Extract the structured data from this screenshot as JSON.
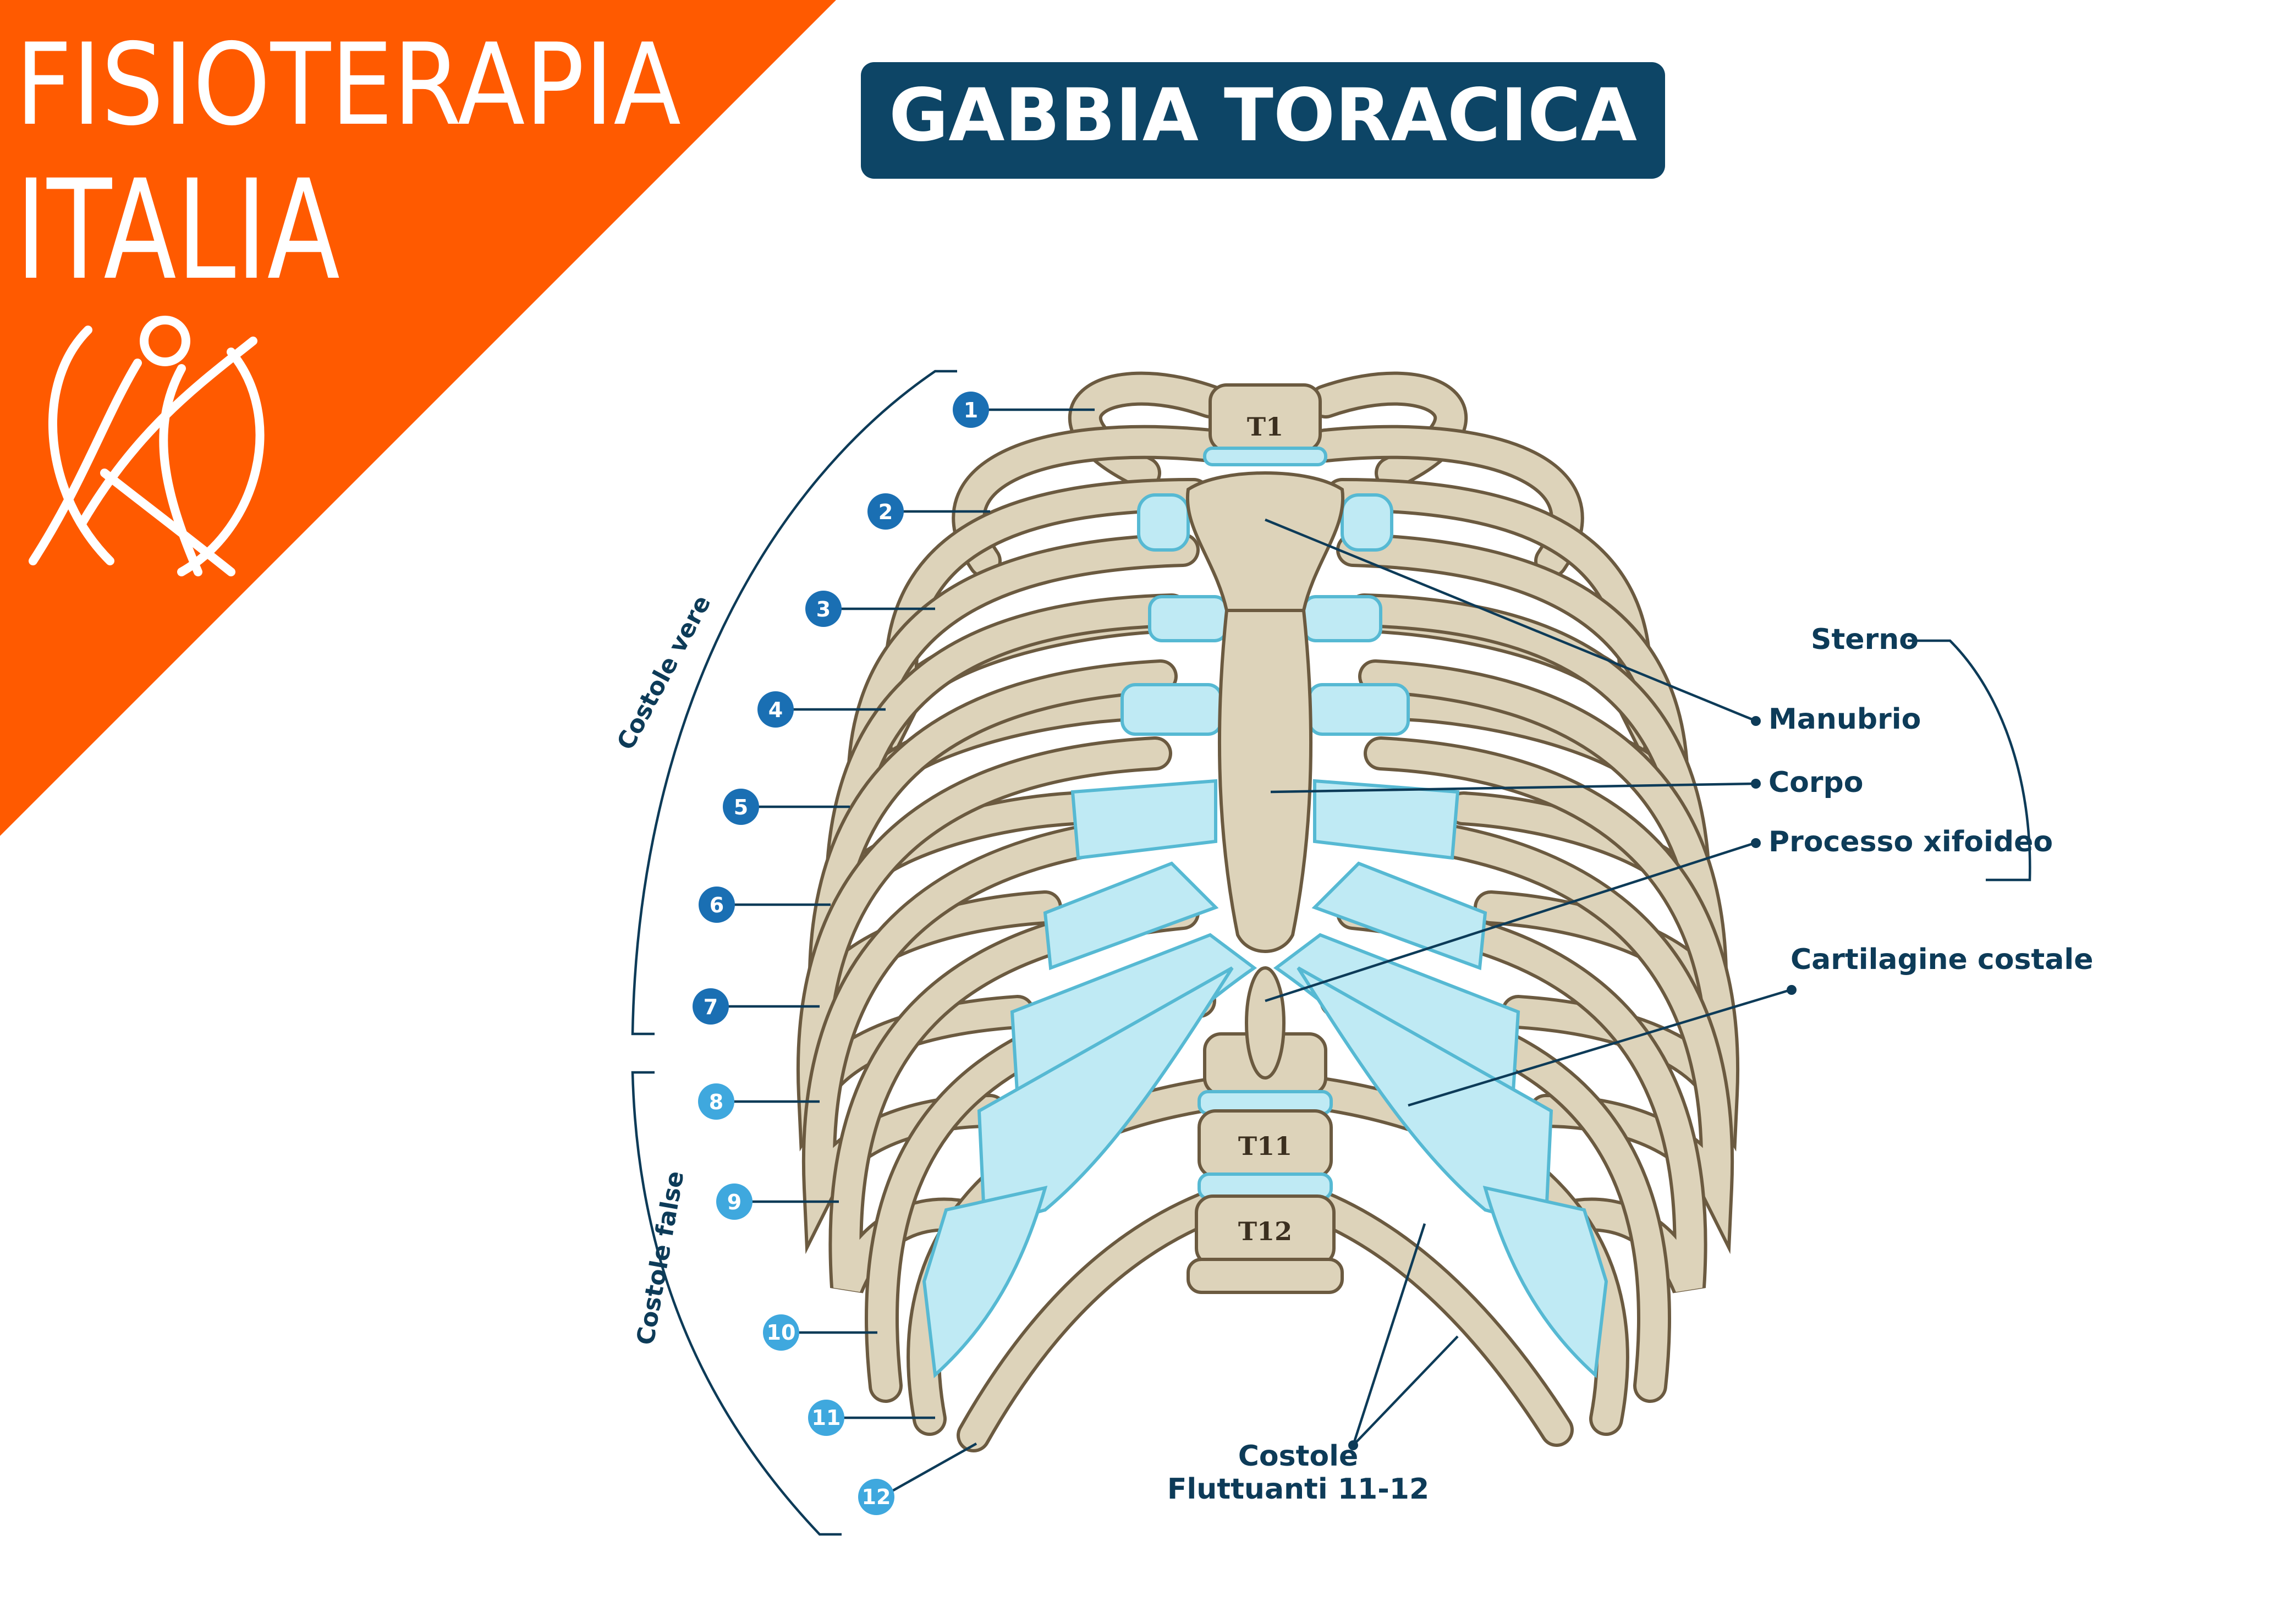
{
  "logo": {
    "line1": "FISIOTERAPIA",
    "line2": "ITALIA",
    "icon": "running-figure-icon",
    "color": "#ff5a00"
  },
  "title": {
    "text": "GABBIA TORACICA",
    "bg_color": "#0d4566"
  },
  "rib_numbers": [
    "1",
    "2",
    "3",
    "4",
    "5",
    "6",
    "7",
    "8",
    "9",
    "10",
    "11",
    "12"
  ],
  "colors": {
    "true_ribs_badge": "#1a6fb3",
    "false_ribs_badge": "#3fa8de",
    "label_text": "#0d3b58",
    "bone": "#ddd3ba",
    "cartilage": "#bfeaf4"
  },
  "groups": {
    "true_ribs": "Costole vere",
    "false_ribs": "Costole false"
  },
  "vertebrae": {
    "t1": "T1",
    "t11": "T11",
    "t12": "T12"
  },
  "labels": {
    "sterno": "Sterno",
    "manubrio": "Manubrio",
    "corpo": "Corpo",
    "processo": "Processo xifoideo",
    "cartilagine": "Cartilagine costale",
    "fluttuanti_1": "Costole",
    "fluttuanti_2": "Fluttuanti 11-12"
  }
}
